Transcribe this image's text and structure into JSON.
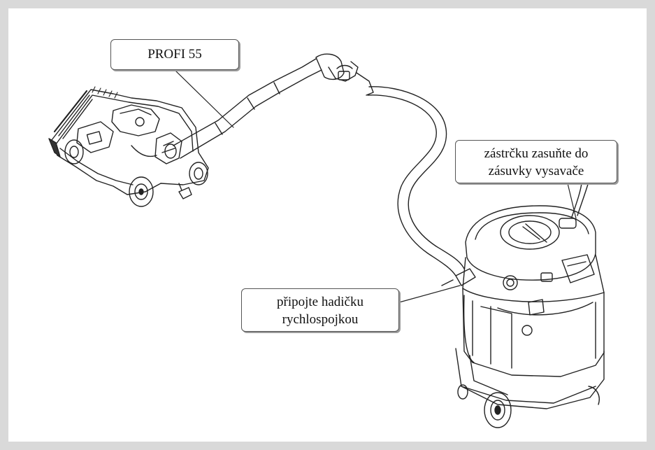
{
  "callouts": {
    "model": "PROFI 55",
    "plug": {
      "line1": "zástrčku zasuňte do",
      "line2": "zásuvky vysavače"
    },
    "hose": {
      "line1": "připojte hadičku",
      "line2": "rychlospojkou"
    }
  },
  "colors": {
    "frame_border": "#d9d9d9",
    "line": "#222222",
    "label_border": "#555555"
  }
}
